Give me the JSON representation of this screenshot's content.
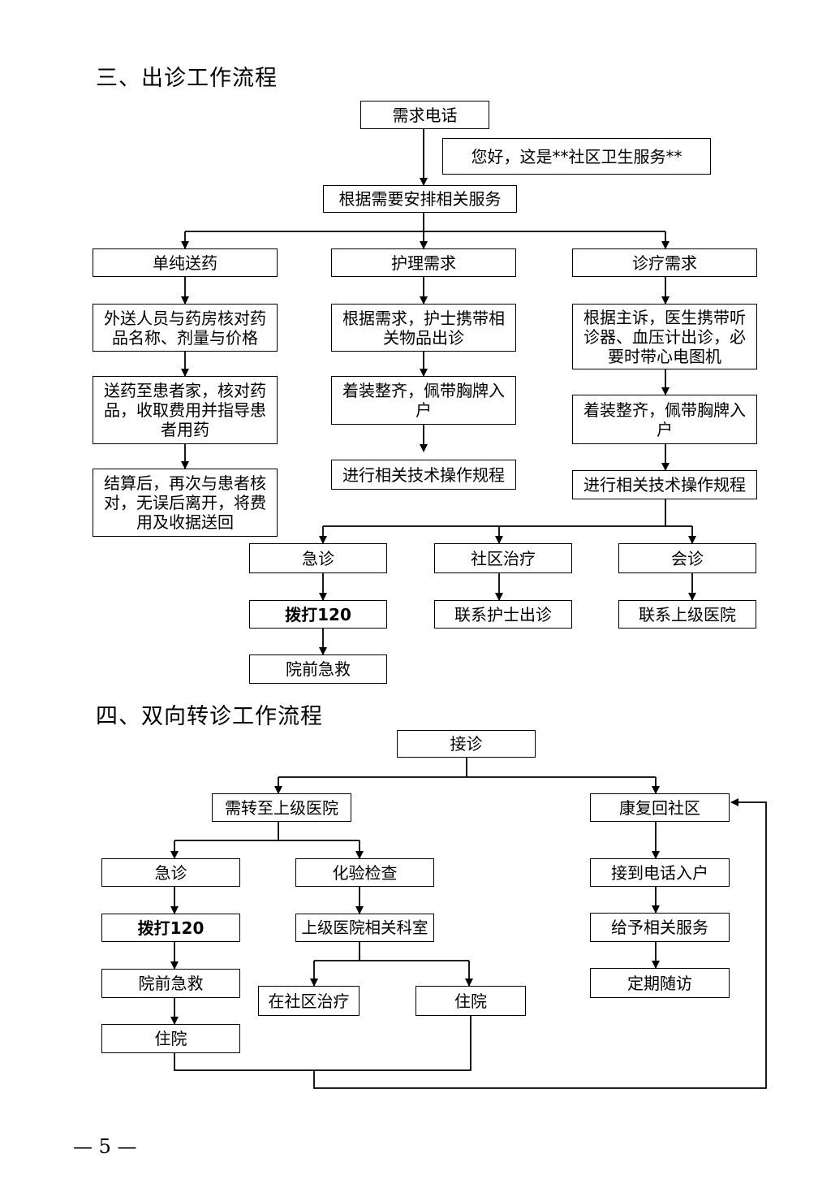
{
  "section3": {
    "title": "三、出诊工作流程",
    "call": "需求电话",
    "greeting": "您好，这是**社区卫生服务**",
    "arrange": "根据需要安排相关服务",
    "col1": {
      "header": "单纯送药",
      "step1": "外送人员与药房核对药\n品名称、剂量与价格",
      "step2": "送药至患者家，核对药\n品，收取费用并指导患\n者用药",
      "step3": "结算后，再次与患者核\n对，无误后离开，将费\n用及收据送回"
    },
    "col2": {
      "header": "护理需求",
      "step1": "根据需求，护士携带相\n关物品出诊",
      "step2": "着装整齐，佩带胸牌入\n户",
      "step3": "进行相关技术操作规程"
    },
    "col3": {
      "header": "诊疗需求",
      "step1": "根据主诉，医生携带听\n诊器、血压计出诊，必\n要时带心电图机",
      "step2": "着装整齐，佩带胸牌入\n户",
      "step3": "进行相关技术操作规程"
    },
    "branches": {
      "emergency": "急诊",
      "dial": "拨打120",
      "prehospital": "院前急救",
      "community": "社区治疗",
      "nurse": "联系护士出诊",
      "consult": "会诊",
      "superior": "联系上级医院"
    }
  },
  "section4": {
    "title": "四、双向转诊工作流程",
    "intake": "接诊",
    "refer_up": "需转至上级医院",
    "rehab": "康复回社区",
    "emergency": "急诊",
    "dial": "拨打120",
    "prehospital": "院前急救",
    "admit_left": "住院",
    "lab": "化验检查",
    "dept": "上级医院相关科室",
    "community_treat": "在社区治疗",
    "admit_right": "住院",
    "phone_visit": "接到电话入户",
    "service": "给予相关服务",
    "followup": "定期随访"
  },
  "page_number": "— 5 —"
}
